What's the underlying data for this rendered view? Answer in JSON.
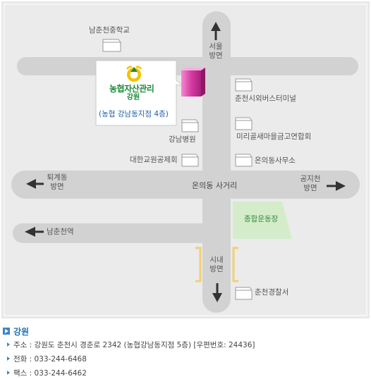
{
  "branch": {
    "logo_text": "농협자산관리",
    "logo_sub": "강원",
    "office_name": "(농협 강남동지점 4층)"
  },
  "directions": {
    "north": "서울\n방면",
    "south": "시내\n방면",
    "west": "퇴계동\n방면",
    "east": "공지천\n방면",
    "southwest": "남춘천역"
  },
  "intersection": "온의동 사거리",
  "landmarks": {
    "school": "남춘천중학교",
    "bus_terminal": "춘천시외버스터미널",
    "hospital": "강남병원",
    "credit_union": "미리골새마을금고연합회",
    "teachers_union": "대한교원공제회",
    "community_office": "온의동사무소",
    "stadium": "종합운동장",
    "police": "춘천경찰서"
  },
  "info": {
    "title": "강원",
    "address": "주소 : 강원도 춘천시 경춘로 2342 (농협강남동지점 5층) [우편번호: 24436]",
    "phone": "전화 : 033-244-6468",
    "fax": "팩스 : 033-244-6462"
  },
  "colors": {
    "map_bg": "#ebebeb",
    "road": "#d2d2d2",
    "park": "#d5eccb",
    "park_text": "#2f8a3b",
    "accent": "#3a86c8",
    "pin": "#d6389e",
    "bracket": "#f2cf72"
  }
}
